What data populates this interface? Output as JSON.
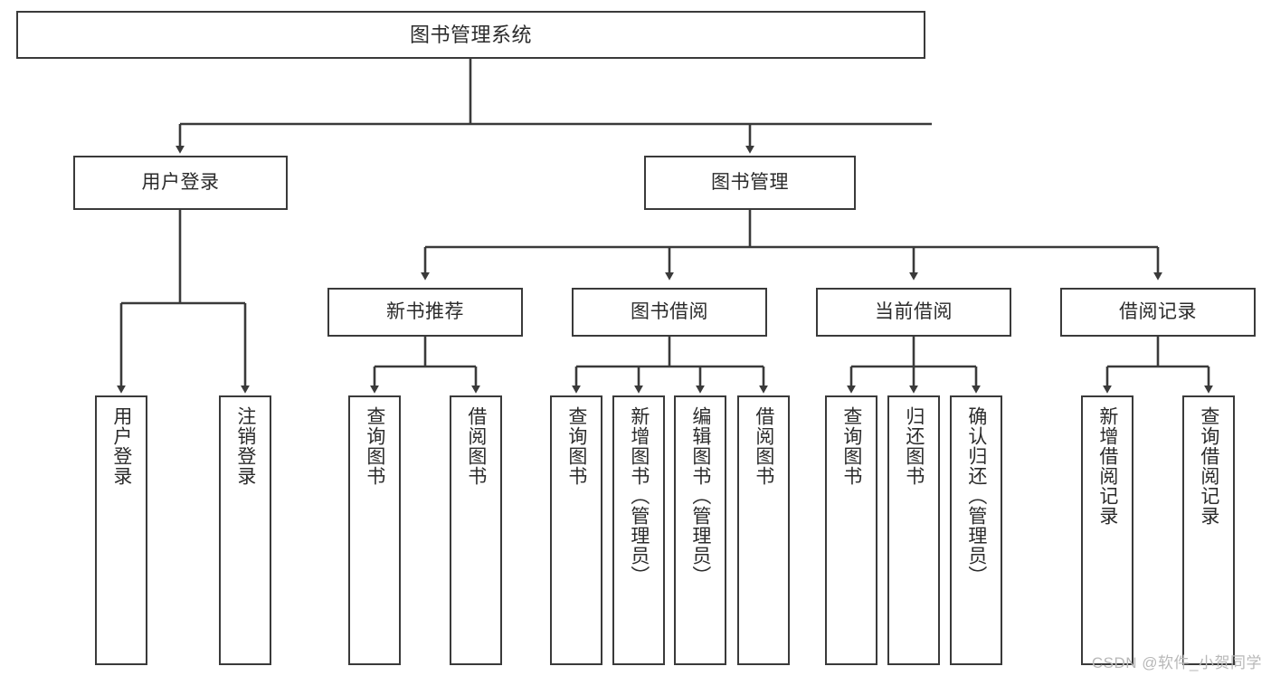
{
  "diagram": {
    "title": "图书管理系统",
    "type": "hierarchy-tree",
    "watermark": "CSDN @软件_小贺同学",
    "colors": {
      "stroke": "#3a3a3a",
      "fill": "#ffffff",
      "text": "#2b2b2b",
      "watermark": "#b8b8b8"
    },
    "nodes": {
      "root": {
        "label": "图书管理系统",
        "level": 0
      },
      "level1": [
        {
          "label": "用户登录",
          "level": 1
        },
        {
          "label": "图书管理",
          "level": 1
        }
      ],
      "level2": [
        {
          "label": "新书推荐",
          "level": 2
        },
        {
          "label": "图书借阅",
          "level": 2
        },
        {
          "label": "当前借阅",
          "level": 2
        },
        {
          "label": "借阅记录",
          "level": 2
        }
      ],
      "leaves": [
        {
          "label": "用户登录",
          "parent": "用户登录"
        },
        {
          "label": "注销登录",
          "parent": "用户登录"
        },
        {
          "label": "查询图书",
          "parent": "新书推荐"
        },
        {
          "label": "借阅图书",
          "parent": "新书推荐"
        },
        {
          "label": "查询图书",
          "parent": "图书借阅"
        },
        {
          "label": "新增图书（管理员）",
          "parent": "图书借阅"
        },
        {
          "label": "编辑图书（管理员）",
          "parent": "图书借阅"
        },
        {
          "label": "借阅图书",
          "parent": "图书借阅"
        },
        {
          "label": "查询图书",
          "parent": "当前借阅"
        },
        {
          "label": "归还图书",
          "parent": "当前借阅"
        },
        {
          "label": "确认归还（管理员）",
          "parent": "当前借阅"
        },
        {
          "label": "新增借阅记录",
          "parent": "借阅记录"
        },
        {
          "label": "查询借阅记录",
          "parent": "借阅记录"
        }
      ]
    }
  }
}
